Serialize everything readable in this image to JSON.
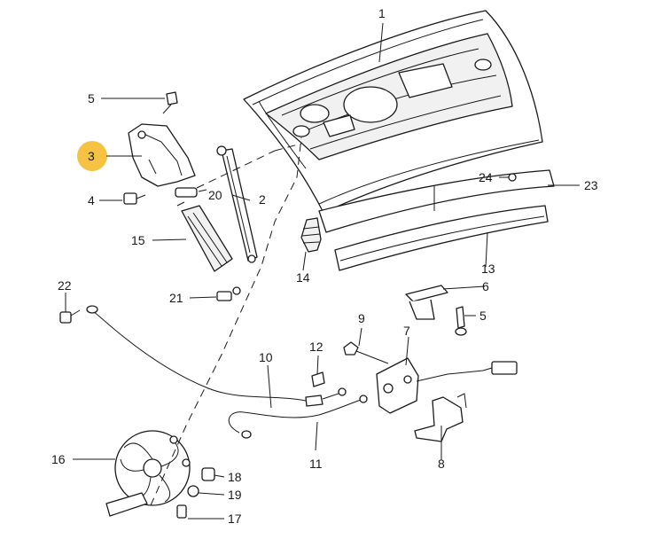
{
  "diagram": {
    "highlight_color": "#f5c242",
    "highlighted_part": "3",
    "labels": {
      "p1": "1",
      "p2": "2",
      "p3": "3",
      "p4": "4",
      "p5a": "5",
      "p5b": "5",
      "p6": "6",
      "p7": "7",
      "p8": "8",
      "p9": "9",
      "p10": "10",
      "p11": "11",
      "p12": "12",
      "p13": "13",
      "p14": "14",
      "p15": "15",
      "p16": "16",
      "p17": "17",
      "p18": "18",
      "p19": "19",
      "p20": "20",
      "p21": "21",
      "p22": "22",
      "p23": "23",
      "p24": "24"
    }
  }
}
